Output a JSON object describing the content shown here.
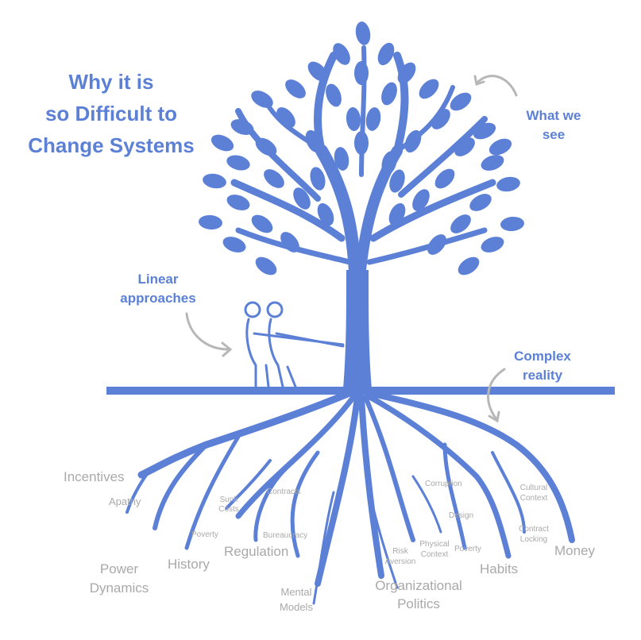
{
  "title": {
    "line1": "Why it is",
    "line2": "so Difficult to",
    "line3": "Change Systems"
  },
  "callouts": {
    "what_we_see": [
      "What we",
      "see"
    ],
    "linear_approaches": [
      "Linear",
      "approaches"
    ],
    "complex_reality": [
      "Complex",
      "reality"
    ]
  },
  "roots": {
    "incentives": "Incentives",
    "apathy": "Apathy",
    "sunk_costs": [
      "Sunk",
      "Costs"
    ],
    "contracts": "Contracts",
    "corruption": "Corruption",
    "cultural_context": [
      "Cultural",
      "Context"
    ],
    "poverty_left": "Poverty",
    "bureaucracy": "Bureaucracy",
    "design": "Design",
    "contract_locking": [
      "Contract",
      "Locking"
    ],
    "regulation": "Regulation",
    "physical_context": [
      "Physical",
      "Context"
    ],
    "poverty_right": "Poverty",
    "money": "Money",
    "risk_aversion": [
      "Risk",
      "Aversion"
    ],
    "power_dynamics": [
      "Power",
      "Dynamics"
    ],
    "history": "History",
    "habits": "Habits",
    "mental_models": [
      "Mental",
      "Models"
    ],
    "organizational_politics": [
      "Organizational",
      "Politics"
    ]
  },
  "colors": {
    "tree": "#5b80d6",
    "label_gray": "#a9a9a9",
    "arrow_gray": "#b7b7b7"
  },
  "icons": [
    "tree-icon",
    "tug-of-war-people-icon",
    "curved-arrow-icon"
  ]
}
